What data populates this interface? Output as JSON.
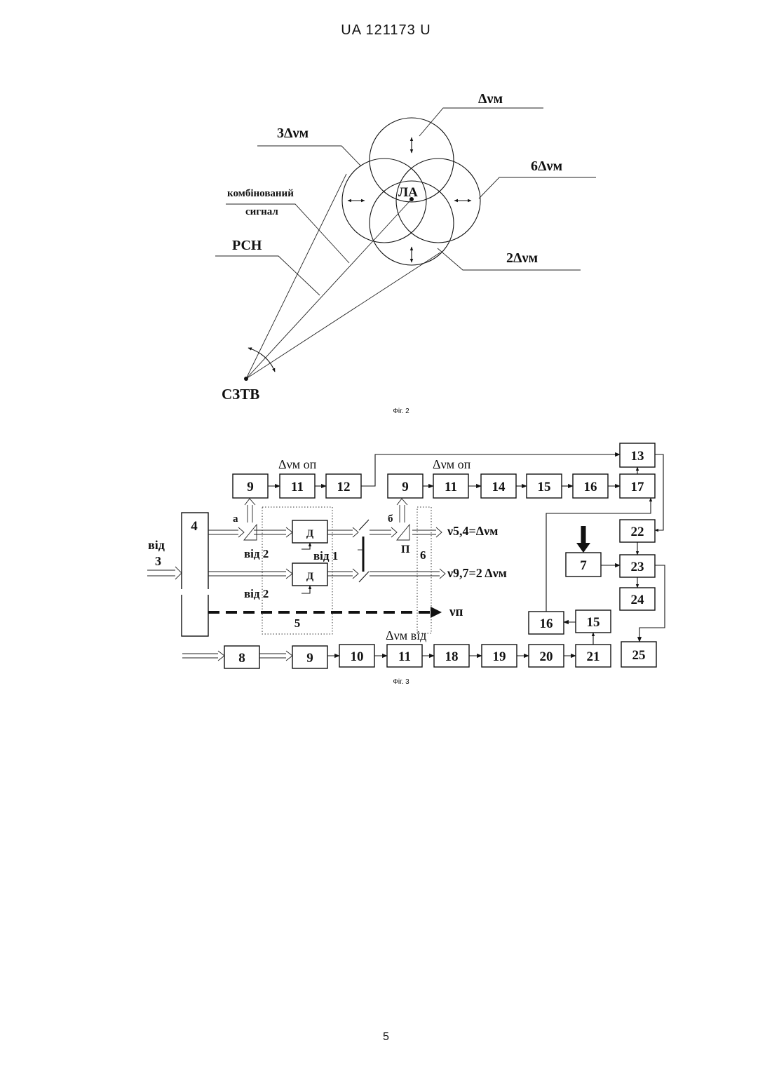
{
  "header": "UA   121173   U",
  "page_number": "5",
  "fig2": {
    "caption": "Фіг. 2",
    "labels": {
      "dnu": "Δνм",
      "three_dnu": "3Δνм",
      "six_dnu": "6Δνм",
      "two_dnu": "2Δνм",
      "combined_1": "комбінований",
      "combined_2": "сигнал",
      "rsn": "РСН",
      "la": "ЛА",
      "sztv": "СЗТВ"
    }
  },
  "fig3": {
    "caption": "Фіг. 3",
    "blocks": {
      "b9a": "9",
      "b11a": "11",
      "b12": "12",
      "b9b": "9",
      "b11b": "11",
      "b14": "14",
      "b15a": "15",
      "b16a": "16",
      "b17": "17",
      "b13": "13",
      "b4": "4",
      "d1": "Д",
      "d2": "Д",
      "b22": "22",
      "b7": "7",
      "b23": "23",
      "b24": "24",
      "b16b": "16",
      "b15b": "15",
      "b25": "25",
      "b8": "8",
      "b9c": "9",
      "b10": "10",
      "b11c": "11",
      "b18": "18",
      "b19": "19",
      "b20": "20",
      "b21": "21"
    },
    "labels": {
      "dnu_op_1": "Δνм оп",
      "dnu_op_2": "Δνм оп",
      "dnu_vid": "Δνм від",
      "vid": "від",
      "three": "3",
      "a": "а",
      "b": "б",
      "vid2_a": "від 2",
      "vid1": "від 1",
      "vid2_b": "від 2",
      "p": "П",
      "six": "6",
      "five": "5",
      "nu54": "ν5,4=Δνм",
      "nu97": "ν9,7=2 Δνм",
      "nup": "νп"
    }
  }
}
